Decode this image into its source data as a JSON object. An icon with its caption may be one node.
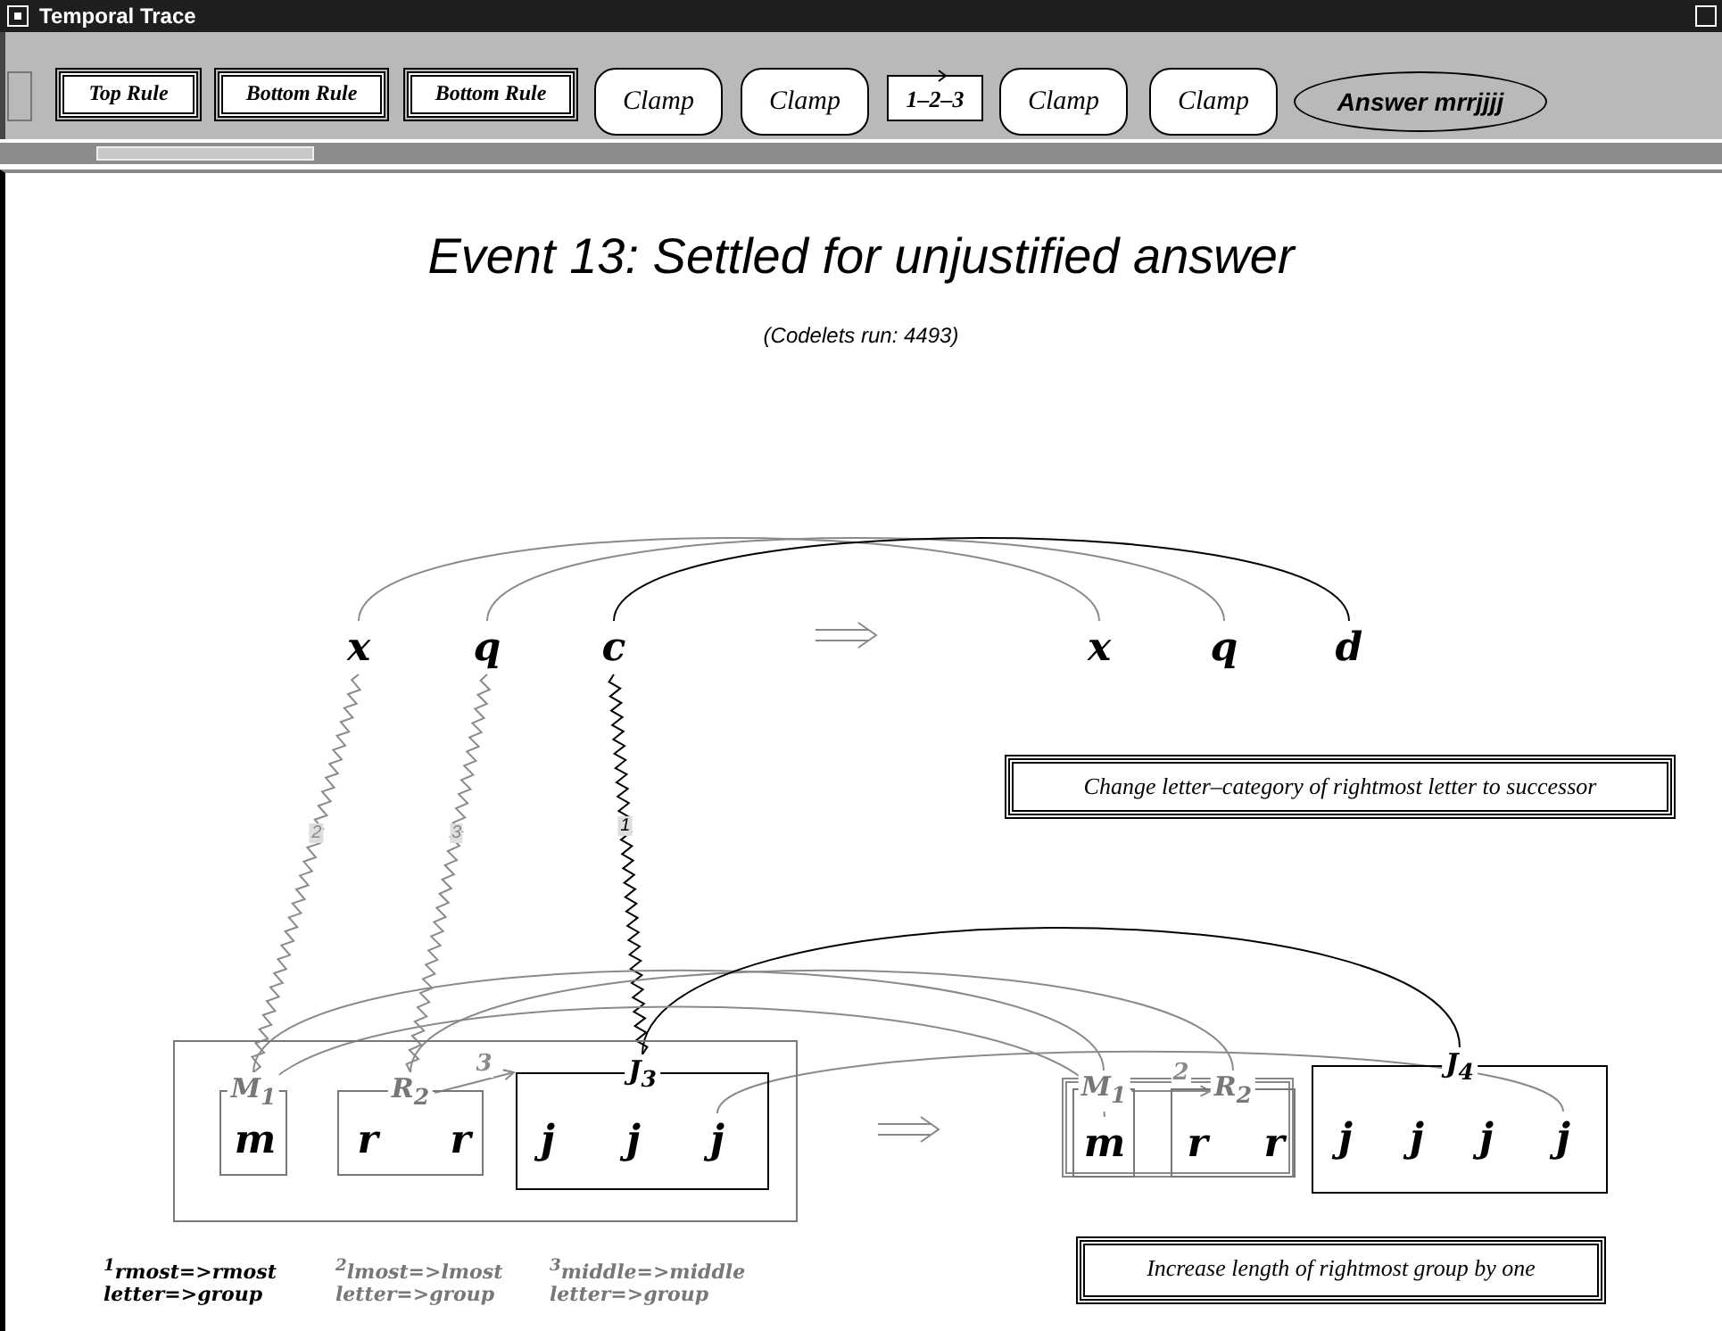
{
  "diagram": {
    "title": "Event 13: Settled for unjustified answer",
    "nodes": [
      {
        "text": [],
        "shape": "box"
      },
      {
        "text": [
          "Top Rule"
        ]
      },
      {
        "text": [
          "Bottom Rule"
        ]
      },
      {
        "text": [
          "Bottom Rule"
        ]
      },
      {
        "text": [
          "Clamp"
        ]
      },
      {
        "text": [
          "Clamp"
        ]
      },
      {
        "text": [
          "1–2–3"
        ]
      },
      {
        "text": [
          "Clamp"
        ]
      },
      {
        "text": [
          "Clamp"
        ]
      },
      {
        "text": [
          "Answer mrrjjjj"
        ]
      },
      {
        "text": [
          "x"
        ]
      },
      {
        "text": [
          "q"
        ]
      },
      {
        "text": [
          "c"
        ]
      },
      {
        "text": [
          "x"
        ]
      },
      {
        "text": [
          "q"
        ]
      },
      {
        "text": [
          "d"
        ]
      },
      {
        "text": [
          "Change letter–category of rightmost letter to successor"
        ]
      },
      {
        "text": [],
        "shape": "box"
      },
      {
        "text": [
          "M$_{1}$"
        ],
        "in": 17
      },
      {
        "text": [
          "m"
        ],
        "in": 18
      },
      {
        "text": [
          "R$_{2}$"
        ],
        "in": 17
      },
      {
        "text": [
          "r"
        ],
        "in": 20
      },
      {
        "text": [
          "r"
        ],
        "in": 20
      },
      {
        "text": [
          "J$_{3}$"
        ],
        "in": 17
      },
      {
        "text": [
          "j"
        ],
        "in": 23
      },
      {
        "text": [
          "j"
        ],
        "in": 23
      },
      {
        "text": [
          "j"
        ],
        "in": 23
      },
      {
        "text": [],
        "shape": "box"
      },
      {
        "text": [
          "M$_{1}$"
        ],
        "in": 27
      },
      {
        "text": [
          "m"
        ],
        "in": 28
      },
      {
        "text": [
          "R$_{2}$"
        ],
        "in": 27
      },
      {
        "text": [
          "r"
        ],
        "in": 30
      },
      {
        "text": [
          "r"
        ],
        "in": 30
      },
      {
        "text": [
          "J$_{4}$"
        ]
      },
      {
        "text": [
          "j"
        ],
        "in": 33
      },
      {
        "text": [
          "j"
        ],
        "in": 33
      },
      {
        "text": [
          "j"
        ],
        "in": 33
      },
      {
        "text": [
          "j"
        ],
        "in": 33
      },
      {
        "text": [
          "Increase length of rightmost group by one"
        ]
      }
    ],
    "edges": [
      {
        "from": 10,
        "to": 13,
        "arrow": "none"
      },
      {
        "from": 11,
        "to": 14,
        "arrow": "none"
      },
      {
        "from": 12,
        "to": 15,
        "arrow": "none",
        "color": "#000000"
      },
      {
        "from": 10,
        "to": 18,
        "arrow": "none",
        "label": "2"
      },
      {
        "from": 11,
        "to": 20,
        "arrow": "none",
        "label": "3"
      },
      {
        "from": 12,
        "to": 23,
        "arrow": "none",
        "label": "1",
        "color": "#000000"
      },
      {
        "from": 18,
        "to": 28,
        "arrow": "none"
      },
      {
        "from": 20,
        "to": 30,
        "arrow": "none"
      },
      {
        "from": 23,
        "to": 33,
        "arrow": "none",
        "color": "#000000"
      },
      {
        "from": 19,
        "to": 29,
        "arrow": "none"
      },
      {
        "from": 26,
        "to": 37,
        "arrow": "none"
      },
      {
        "from": 20,
        "to": 23,
        "arrow": "to",
        "label": "3"
      },
      {
        "from": 28,
        "to": 30,
        "arrow": "to",
        "label": "2"
      }
    ],
    "labels": [
      "Temporal Trace",
      "(Codelets run: 4493)",
      "$^{1}$rmost=>rmost letter=>group",
      "$^{2}$lmost=>lmost letter=>group",
      "$^{3}$middle=>middle letter=>group"
    ]
  }
}
